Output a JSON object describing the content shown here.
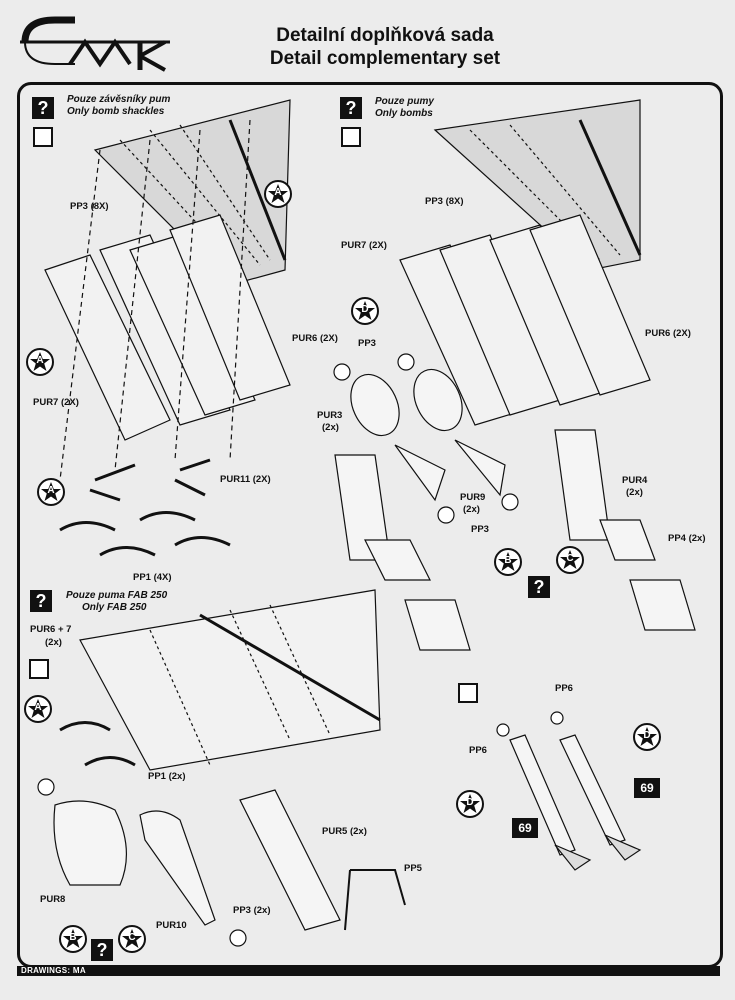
{
  "header": {
    "title_cz": "Detailní doplňková sada",
    "title_en": "Detail complementary set",
    "logo_text": "CMK"
  },
  "panels": {
    "shackles": {
      "question": "?",
      "note_cz": "Pouze závěsníky pum",
      "note_en": "Only bomb shackles"
    },
    "bombs": {
      "question": "?",
      "note_cz": "Pouze pumy",
      "note_en": "Only bombs"
    },
    "fab250": {
      "question": "?",
      "note_cz": "Pouze puma FAB 250",
      "note_en": "Only FAB 250"
    },
    "center_question": "?",
    "bottom_question": "?"
  },
  "labels": {
    "pp3_8x_a": "PP3 (8X)",
    "pur6_2x_a": "PUR6 (2X)",
    "pur7_2x_a": "PUR7 (2X)",
    "pur11_2x": "PUR11 (2X)",
    "pp1_4x": "PP1 (4X)",
    "pp3_8x_b": "PP3 (8X)",
    "pur7_2x_b": "PUR7 (2X)",
    "pur6_2x_b": "PUR6 (2X)",
    "pp3_b": "PP3",
    "pur3": "PUR3",
    "pur3_qty": "(2x)",
    "pur9": "PUR9",
    "pur9_qty": "(2x)",
    "pp3_c": "PP3",
    "pur4": "PUR4",
    "pur4_qty": "(2x)",
    "pp4_2x": "PP4 (2x)",
    "pur67": "PUR6 + 7",
    "pur67_qty": "(2x)",
    "pp1_2x": "PP1 (2x)",
    "pur5_2x": "PUR5 (2x)",
    "pp5": "PP5",
    "pur8": "PUR8",
    "pur10": "PUR10",
    "pp3_2x": "PP3 (2x)",
    "pp6_top": "PP6",
    "pp6_left": "PP6"
  },
  "markers": {
    "a": "A",
    "b": "B",
    "c": "C",
    "d": "D"
  },
  "tags": {
    "decal_left": "69",
    "decal_right": "69"
  },
  "footer": {
    "credit": "DRAWINGS: MA"
  },
  "colors": {
    "ink": "#111111",
    "paper": "#ececec"
  }
}
